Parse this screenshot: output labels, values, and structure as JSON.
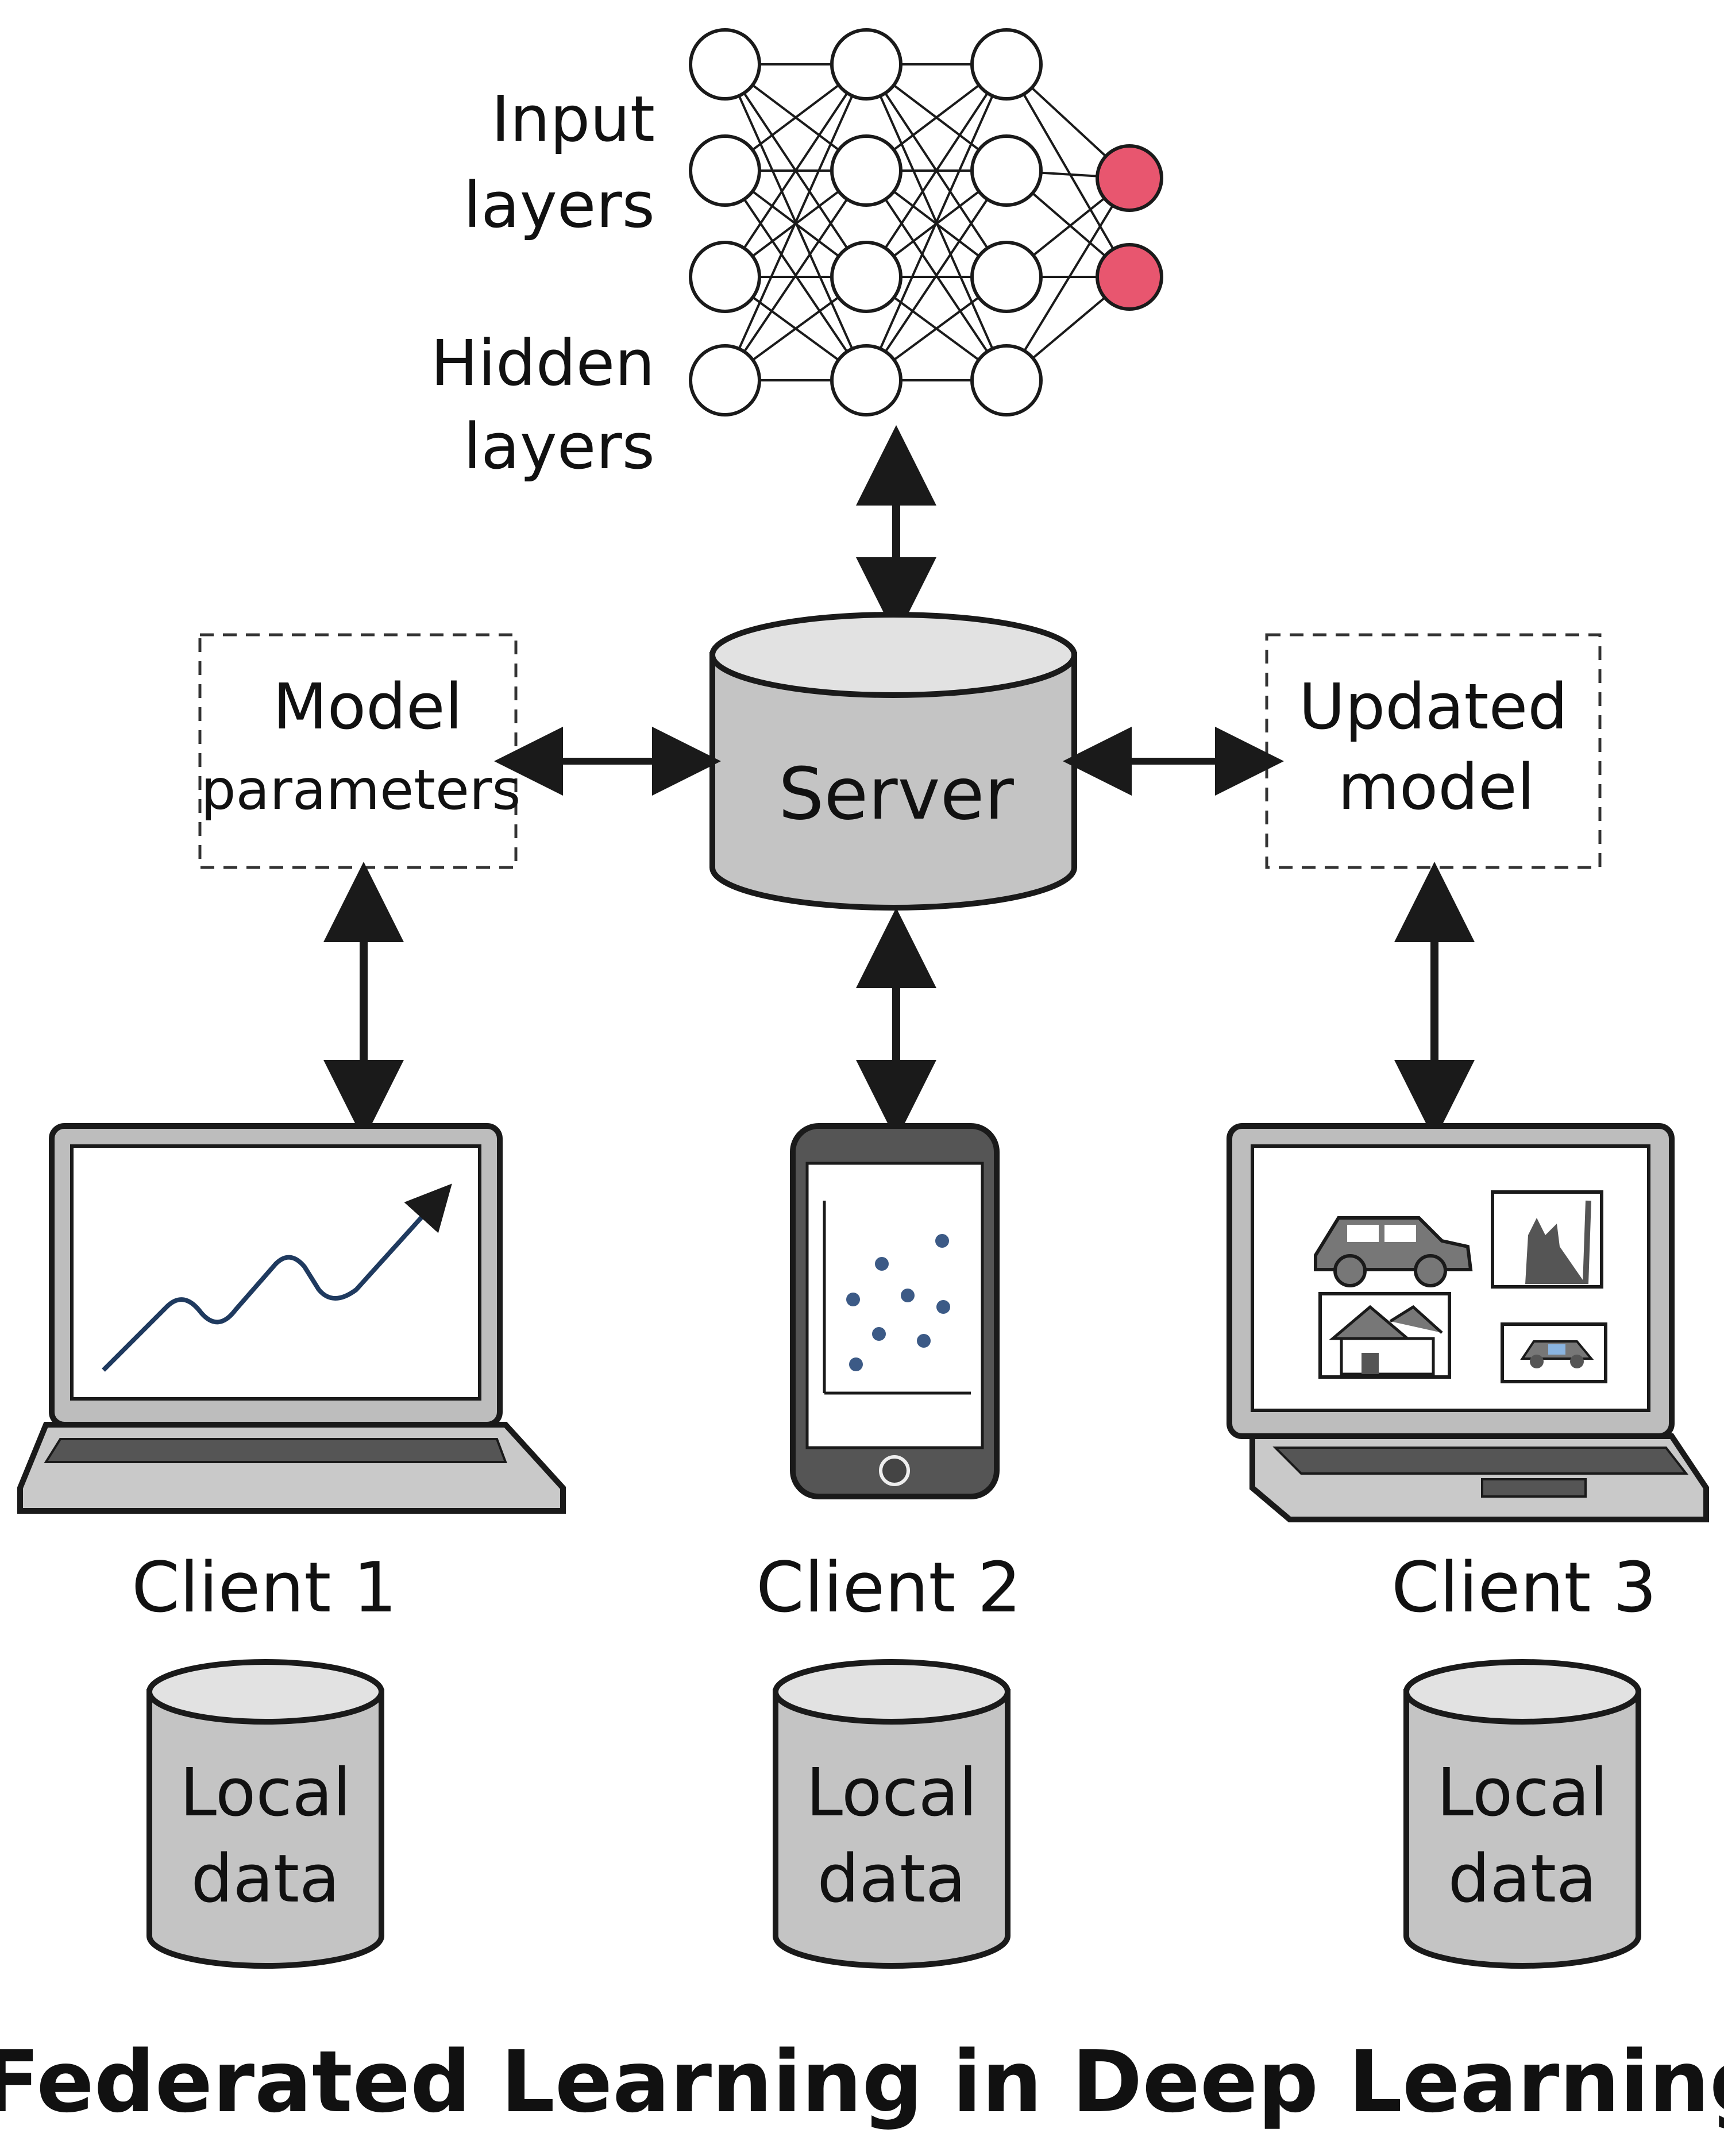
{
  "network": {
    "label_input_1": "Input",
    "label_input_2": "layers",
    "label_hidden_1": "Hidden",
    "label_hidden_2": "layers",
    "node_color": "#ffffff",
    "output_color": "#e8566f"
  },
  "server": {
    "label": "Server"
  },
  "model_parameters": {
    "line1": "Model",
    "line2": "parameters"
  },
  "updated_model": {
    "line1": "Updated",
    "line2": "model"
  },
  "clients": [
    {
      "label": "Client 1",
      "store_line1": "Local",
      "store_line2": "data"
    },
    {
      "label": "Client 2",
      "store_line1": "Local",
      "store_line2": "data"
    },
    {
      "label": "Client 3",
      "store_line1": "Local",
      "store_line2": "data"
    }
  ],
  "title": "Federated Learning in Deep Learning",
  "colors": {
    "cylinder_fill": "#c4c4c4",
    "cylinder_top": "#e2e2e2",
    "stroke": "#1a1a1a",
    "chart_line": "#1f3a5f",
    "scatter_dot": "#3c5a86"
  }
}
